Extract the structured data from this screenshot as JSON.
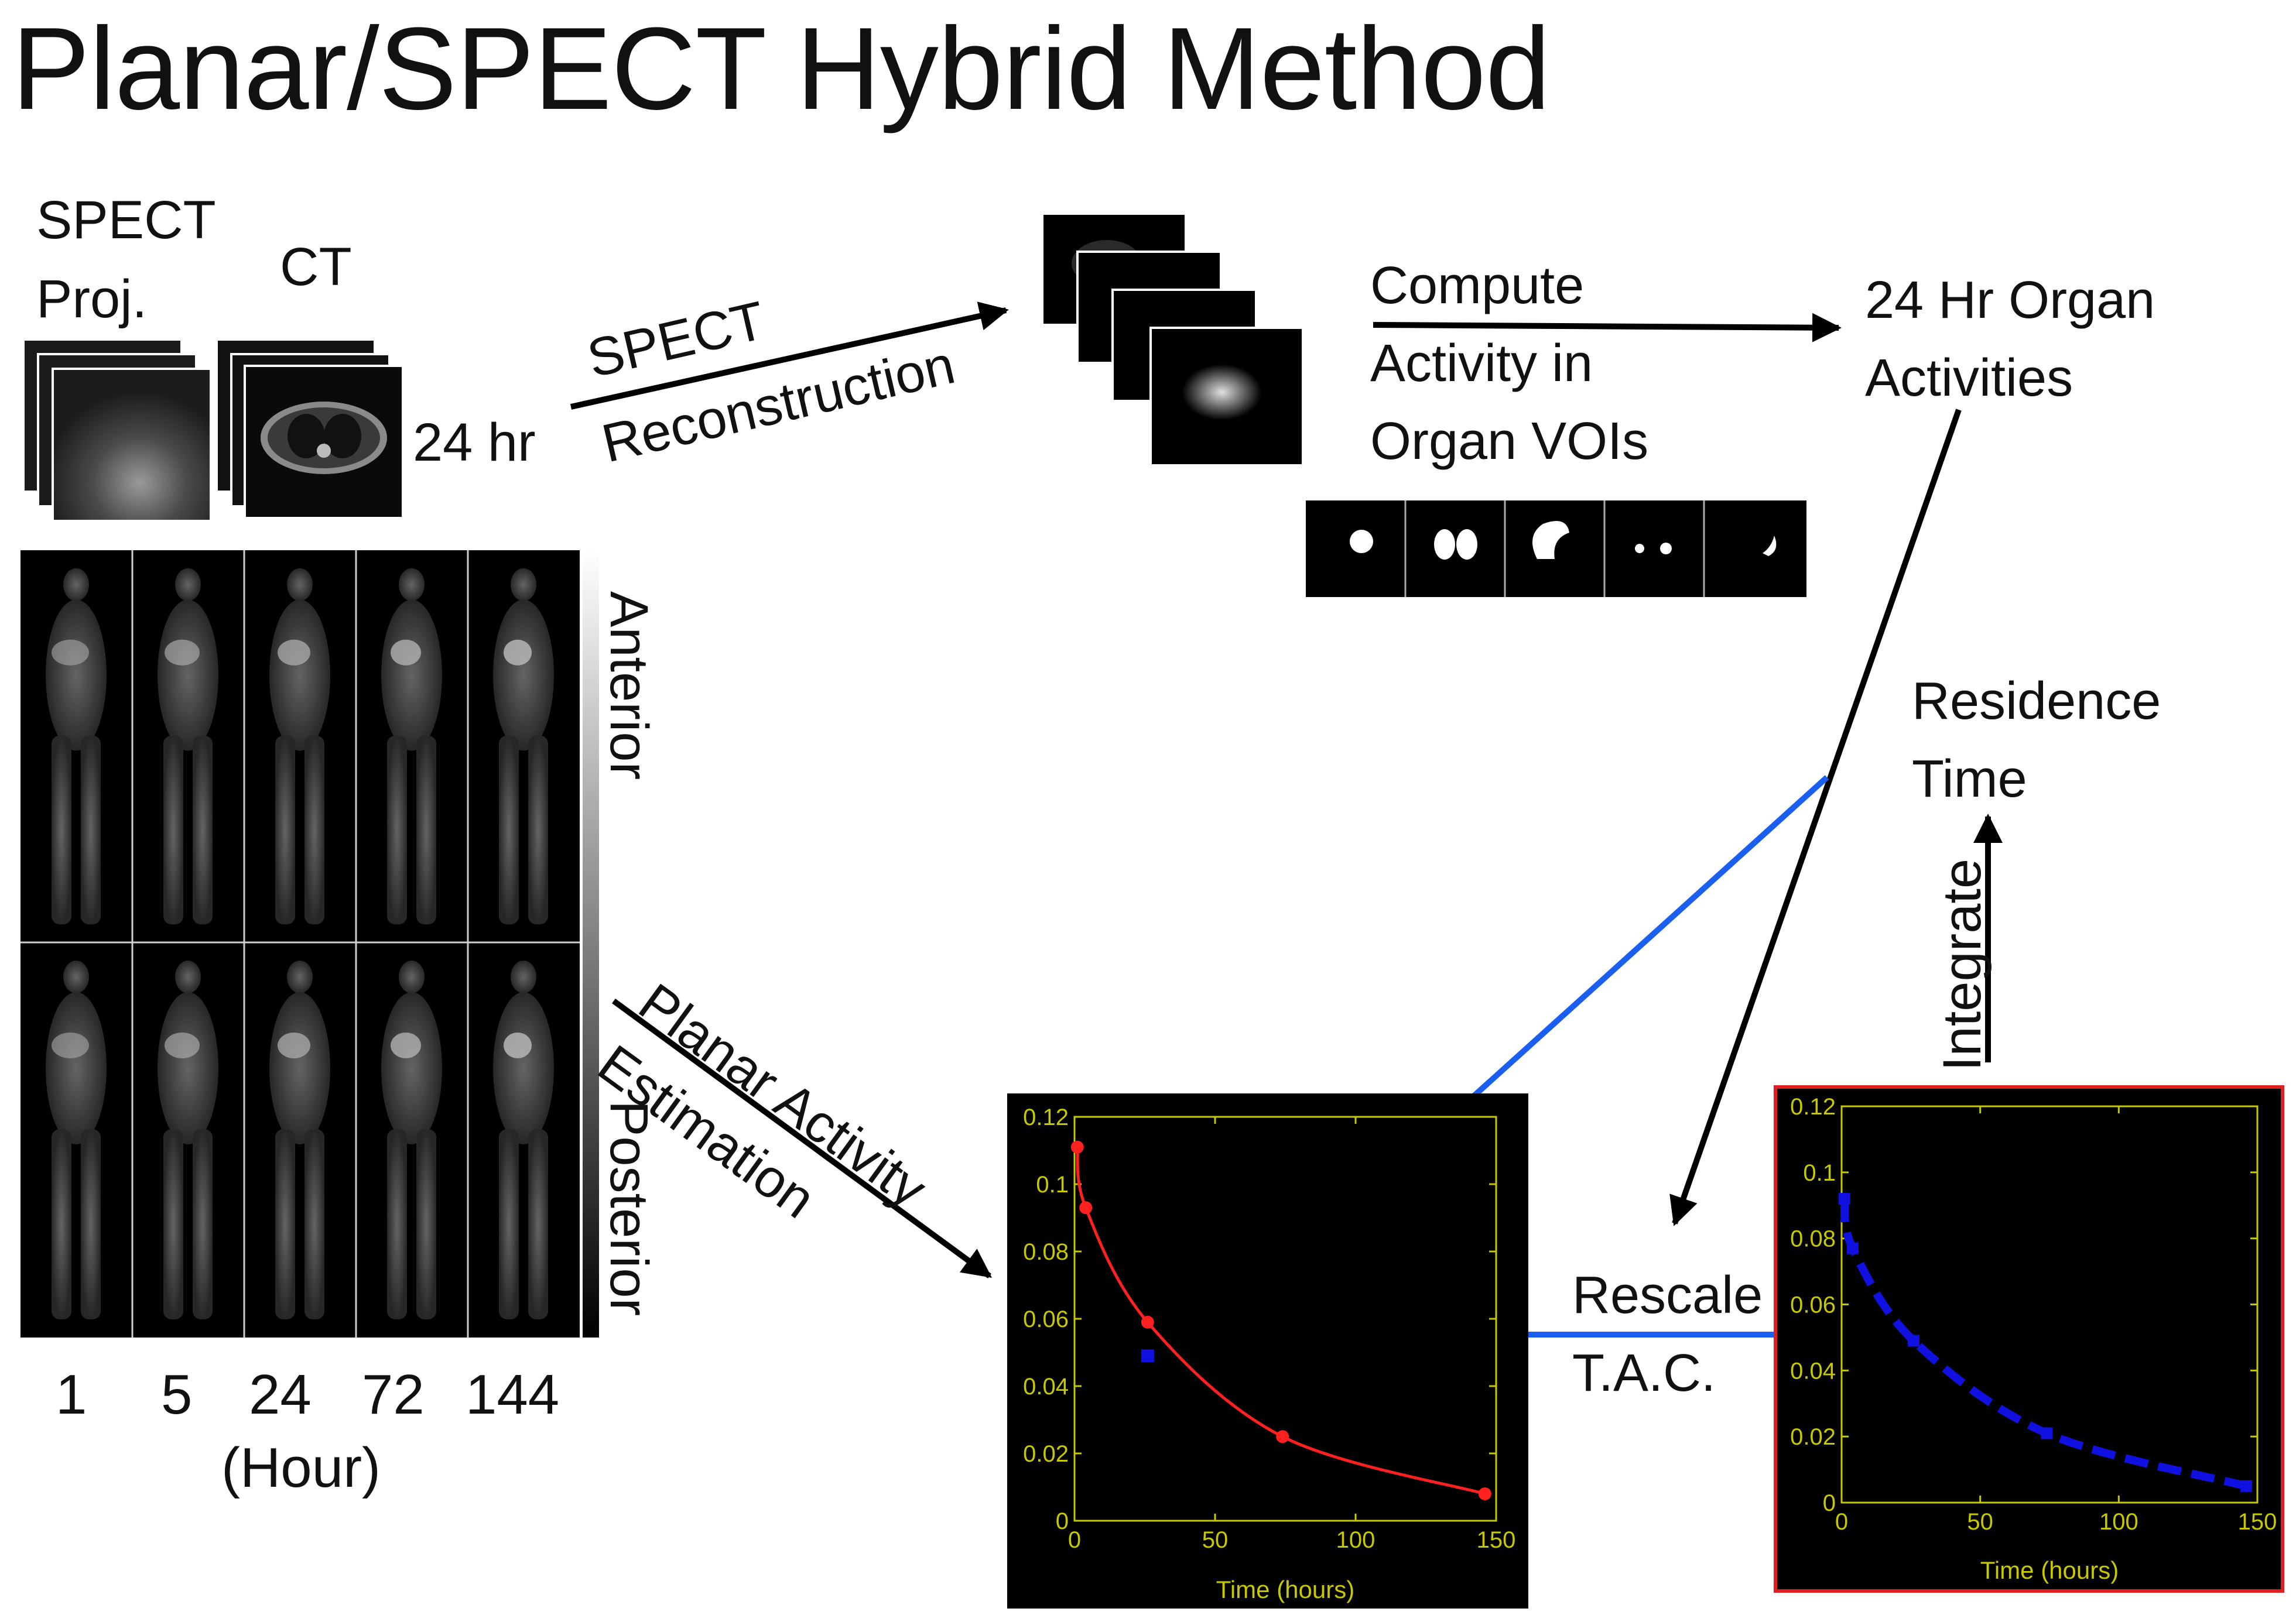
{
  "title": "Planar/SPECT Hybrid Method",
  "labels": {
    "spect_proj_line1": "SPECT",
    "spect_proj_line2": "Proj.",
    "ct": "CT",
    "time_24hr": "24 hr",
    "spect_recon_line1": "SPECT",
    "spect_recon_line2": "Reconstruction",
    "compute_line1": "Compute",
    "compute_line2": "Activity in",
    "compute_line3": "Organ VOIs",
    "organ_act_line1": "24 Hr Organ",
    "organ_act_line2": "Activities",
    "anterior": "Anterior",
    "posterior": "Posterior",
    "planar_line1": "Planar Activity",
    "planar_line2": "Estimation",
    "residence_line1": "Residence",
    "residence_line2": "Time",
    "integrate": "Integrate",
    "rescale_line1": "Rescale",
    "rescale_line2": "T.A.C.",
    "hour_label": "(Hour)"
  },
  "timepoints": [
    "1",
    "5",
    "24",
    "72",
    "144"
  ],
  "colors": {
    "blue_arrow": "#1a5ff0",
    "black_arrow": "#000000",
    "plot_axis": "#c8c800",
    "red_series": "#ff2020",
    "blue_series": "#1010e0",
    "plot_border_right": "#e02020"
  },
  "chart_data": [
    {
      "type": "line",
      "xlabel": "Time (hours)",
      "xlim": [
        0,
        150
      ],
      "ylim": [
        0,
        0.12
      ],
      "xticks": [
        "0",
        "50",
        "100",
        "150"
      ],
      "yticks": [
        "0",
        "0.02",
        "0.04",
        "0.06",
        "0.08",
        "0.1",
        "0.12"
      ],
      "series": [
        {
          "kind": "planar",
          "color": "#ff2020",
          "points": [
            [
              1,
              0.111
            ],
            [
              4,
              0.093
            ],
            [
              26,
              0.059
            ],
            [
              74,
              0.025
            ],
            [
              146,
              0.008
            ]
          ]
        },
        {
          "kind": "spect",
          "color": "#1010e0",
          "points": [
            [
              26,
              0.049
            ]
          ]
        }
      ]
    },
    {
      "type": "line",
      "xlabel": "Time (hours)",
      "xlim": [
        0,
        150
      ],
      "ylim": [
        0,
        0.12
      ],
      "xticks": [
        "0",
        "50",
        "100",
        "150"
      ],
      "yticks": [
        "0",
        "0.02",
        "0.04",
        "0.06",
        "0.08",
        "0.1",
        "0.12"
      ],
      "series": [
        {
          "kind": "rescaled",
          "color": "#1010e0",
          "points": [
            [
              1,
              0.092
            ],
            [
              4,
              0.077
            ],
            [
              26,
              0.049
            ],
            [
              74,
              0.021
            ],
            [
              146,
              0.005
            ]
          ]
        }
      ]
    }
  ]
}
